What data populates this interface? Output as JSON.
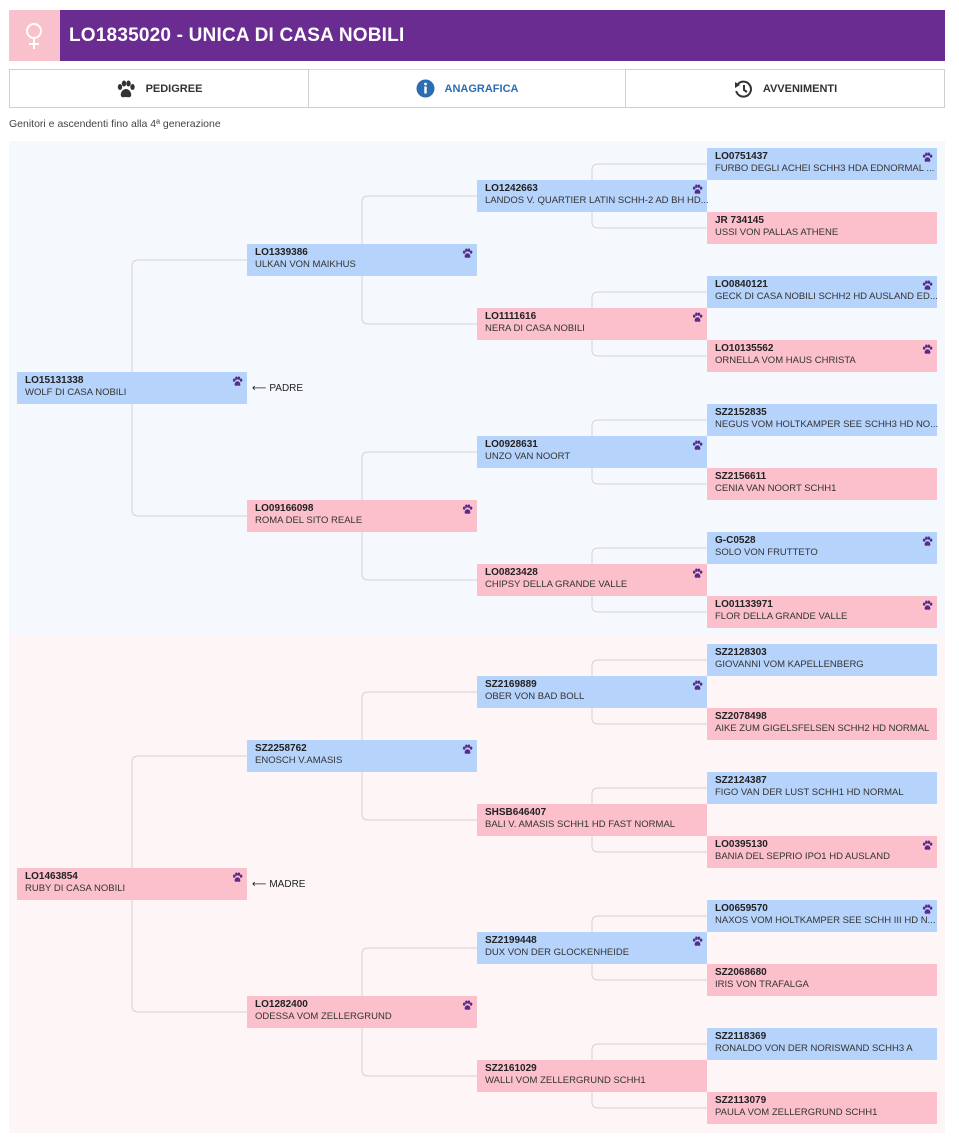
{
  "header": {
    "title": "LO1835020 - UNICA DI CASA NOBILI",
    "icon": "female-symbol-icon"
  },
  "tabs": [
    {
      "label": "PEDIGREE",
      "icon": "paw-icon"
    },
    {
      "label": "ANAGRAFICA",
      "icon": "info-icon"
    },
    {
      "label": "AVVENIMENTI",
      "icon": "history-icon"
    }
  ],
  "subtitle": "Genitori e ascendenti fino alla 4ª generazione",
  "labels": {
    "father": "PADRE",
    "mother": "MADRE",
    "arrow": "⟵"
  },
  "colors": {
    "header": "#6a2c91",
    "male": "#b6d3fb",
    "female": "#fbc0cc",
    "paw": "#5a2a8a"
  },
  "dogs": {
    "p": {
      "code": "LO15131338",
      "name": "WOLF DI CASA NOBILI",
      "sex": "m",
      "paw": true
    },
    "pp": {
      "code": "LO1339386",
      "name": "ULKAN VON MAIKHUS",
      "sex": "m",
      "paw": true
    },
    "pm": {
      "code": "LO09166098",
      "name": "ROMA DEL SITO REALE",
      "sex": "f",
      "paw": true
    },
    "ppp": {
      "code": "LO1242663",
      "name": "LANDOS V. QUARTIER LATIN SCHH-2 AD BH HD...",
      "sex": "m",
      "paw": true
    },
    "ppm": {
      "code": "LO1111616",
      "name": "NERA DI CASA NOBILI",
      "sex": "f",
      "paw": true
    },
    "pmp": {
      "code": "LO0928631",
      "name": "UNZO VAN NOORT",
      "sex": "m",
      "paw": true
    },
    "pmm": {
      "code": "LO0823428",
      "name": "CHIPSY DELLA GRANDE VALLE",
      "sex": "f",
      "paw": true
    },
    "pppp": {
      "code": "LO0751437",
      "name": "FURBO DEGLI ACHEI SCHH3 HDA EDNORMAL ...",
      "sex": "m",
      "paw": true
    },
    "pppm": {
      "code": "JR 734145",
      "name": "USSI VON PALLAS ATHENE",
      "sex": "f",
      "paw": false
    },
    "ppmp": {
      "code": "LO0840121",
      "name": "GECK DI CASA NOBILI SCHH2 HD AUSLAND ED...",
      "sex": "m",
      "paw": true
    },
    "ppmm": {
      "code": "LO10135562",
      "name": "ORNELLA VOM HAUS CHRISTA",
      "sex": "f",
      "paw": true
    },
    "pmpp": {
      "code": "SZ2152835",
      "name": "NEGUS VOM HOLTKAMPER SEE SCHH3 HD NO...",
      "sex": "m",
      "paw": false
    },
    "pmpm": {
      "code": "SZ2156611",
      "name": "CENIA VAN NOORT SCHH1",
      "sex": "f",
      "paw": false
    },
    "pmmp": {
      "code": "G-C0528",
      "name": "SOLO VON FRUTTETO",
      "sex": "m",
      "paw": true
    },
    "pmmm": {
      "code": "LO01133971",
      "name": "FLOR DELLA GRANDE VALLE",
      "sex": "f",
      "paw": true
    },
    "m": {
      "code": "LO1463854",
      "name": "RUBY DI CASA NOBILI",
      "sex": "f",
      "paw": true
    },
    "mp": {
      "code": "SZ2258762",
      "name": "ENOSCH V.AMASIS",
      "sex": "m",
      "paw": true
    },
    "mm": {
      "code": "LO1282400",
      "name": "ODESSA VOM ZELLERGRUND",
      "sex": "f",
      "paw": true
    },
    "mpp": {
      "code": "SZ2169889",
      "name": "OBER VON BAD BOLL",
      "sex": "m",
      "paw": true
    },
    "mpm": {
      "code": "SHSB646407",
      "name": "BALI V. AMASIS SCHH1 HD FAST NORMAL",
      "sex": "f",
      "paw": false
    },
    "mmp": {
      "code": "SZ2199448",
      "name": "DUX VON DER GLOCKENHEIDE",
      "sex": "m",
      "paw": true
    },
    "mmm": {
      "code": "SZ2161029",
      "name": "WALLI VOM ZELLERGRUND SCHH1",
      "sex": "f",
      "paw": false
    },
    "mppp": {
      "code": "SZ2128303",
      "name": "GIOVANNI VOM KAPELLENBERG",
      "sex": "m",
      "paw": false
    },
    "mppm": {
      "code": "SZ2078498",
      "name": "AIKE ZUM GIGELSFELSEN SCHH2 HD NORMAL",
      "sex": "f",
      "paw": false
    },
    "mpmp": {
      "code": "SZ2124387",
      "name": "FIGO VAN DER LUST SCHH1 HD NORMAL",
      "sex": "m",
      "paw": false
    },
    "mpmm": {
      "code": "LO0395130",
      "name": "BANIA DEL SEPRIO IPO1 HD AUSLAND",
      "sex": "f",
      "paw": true
    },
    "mmpp": {
      "code": "LO0659570",
      "name": "NAXOS VOM HOLTKAMPER SEE SCHH III HD N...",
      "sex": "m",
      "paw": true
    },
    "mmpm": {
      "code": "SZ2068680",
      "name": "IRIS VON TRAFALGA",
      "sex": "f",
      "paw": false
    },
    "mmmp": {
      "code": "SZ2118369",
      "name": "RONALDO VON DER NORISWAND SCHH3 A",
      "sex": "m",
      "paw": false
    },
    "mmmm": {
      "code": "SZ2113079",
      "name": "PAULA VOM ZELLERGRUND SCHH1",
      "sex": "f",
      "paw": false
    }
  }
}
